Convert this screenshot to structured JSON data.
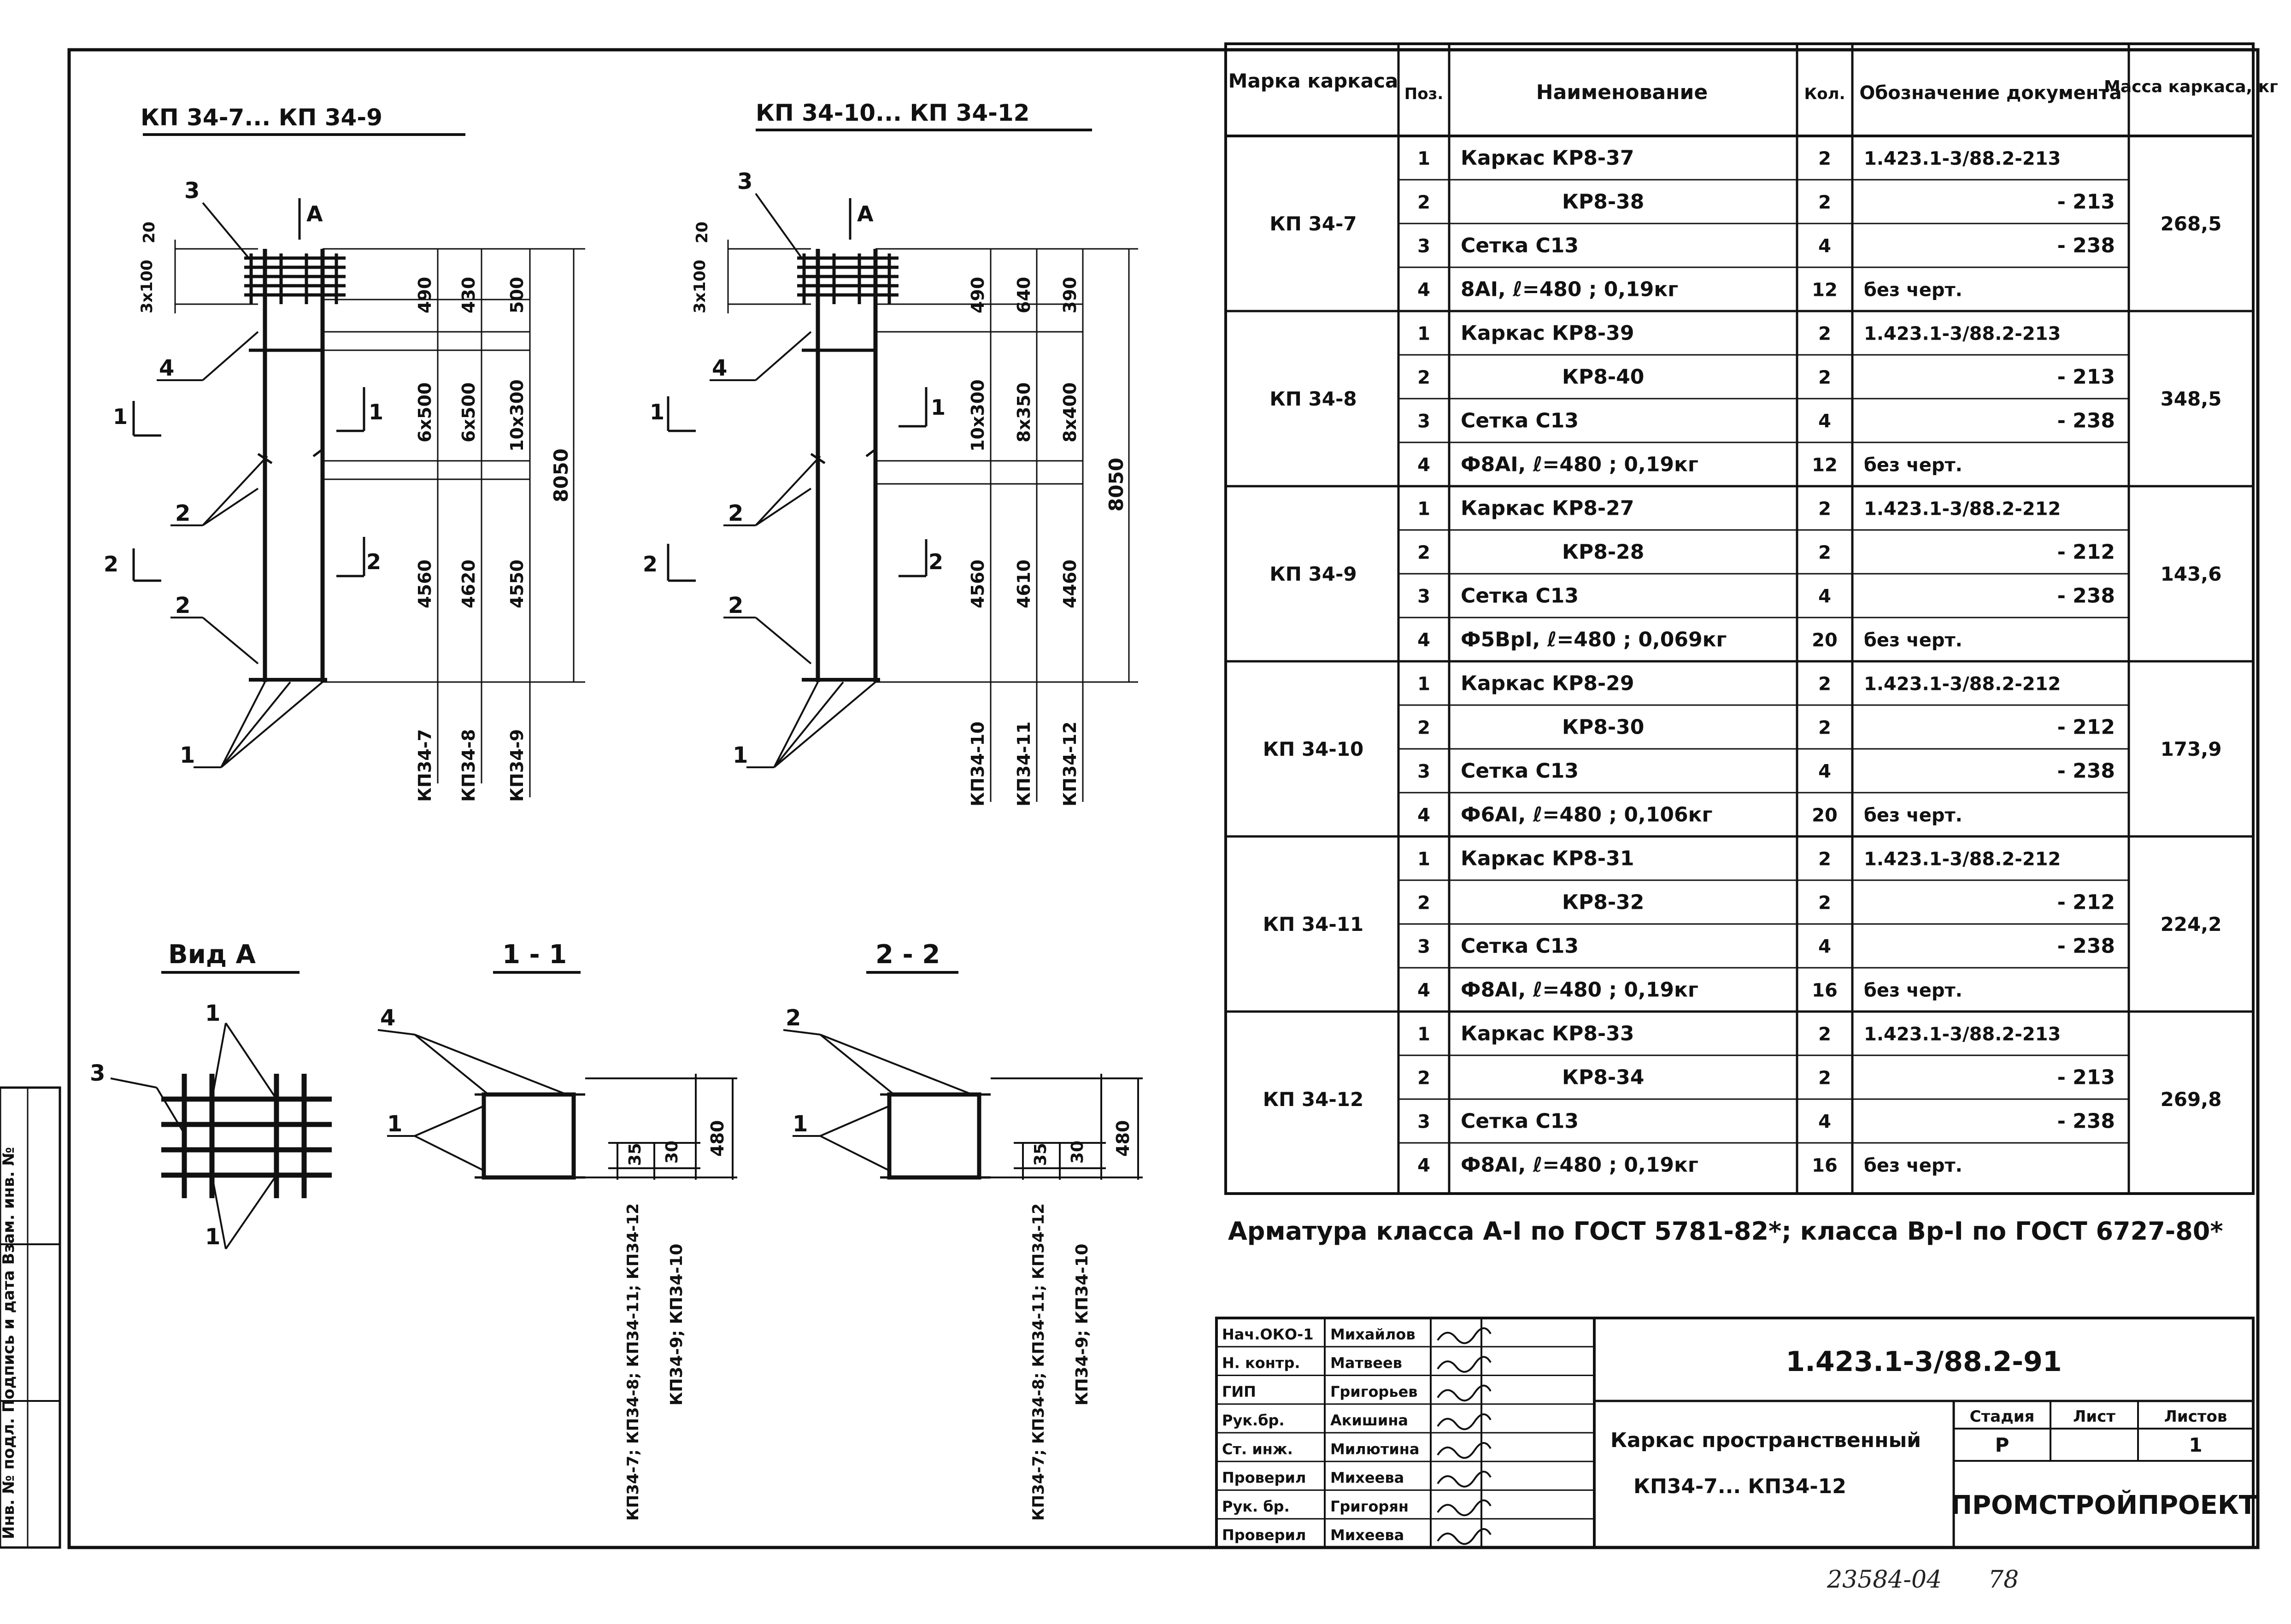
{
  "drawing": {
    "left_titles": [
      "КП 34-7... КП 34-9",
      "КП 34-10... КП 34-12"
    ],
    "view_titles": [
      "Вид А",
      "1 - 1",
      "2 - 2"
    ],
    "section_label_A": "А",
    "left_view": {
      "pos_labels": [
        "3",
        "4",
        "2",
        "2",
        "1"
      ],
      "section_marks": [
        "1",
        "1",
        "2",
        "2"
      ],
      "vert_dims_small": [
        "20",
        "3х100"
      ],
      "dim_col1": [
        "490",
        "6х500",
        "4560"
      ],
      "dim_col2": [
        "430",
        "6х500",
        "4620"
      ],
      "dim_col3": [
        "500",
        "10х300",
        "4550"
      ],
      "total": "8050",
      "col_labels": [
        "КП34-7",
        "КП34-8",
        "КП34-9"
      ]
    },
    "right_view": {
      "pos_labels": [
        "3",
        "4",
        "2",
        "2",
        "1"
      ],
      "section_marks": [
        "1",
        "1",
        "2",
        "2"
      ],
      "vert_dims_small": [
        "20",
        "3х100"
      ],
      "dim_col1": [
        "490",
        "10х300",
        "4560"
      ],
      "dim_col2": [
        "640",
        "8х350",
        "4610"
      ],
      "dim_col3": [
        "390",
        "8х400",
        "4460"
      ],
      "total": "8050",
      "col_labels": [
        "КП34-10",
        "КП34-11",
        "КП34-12"
      ]
    },
    "vid_a_labels": [
      "1",
      "3",
      "1"
    ],
    "sec11": {
      "labels": [
        "4",
        "1"
      ],
      "dims": [
        "35",
        "30",
        "480"
      ],
      "rot_labels": [
        "КП34-7; КП34-8; КП34-11; КП34-12",
        "КП34-9; КП34-10"
      ]
    },
    "sec22": {
      "labels": [
        "2",
        "1"
      ],
      "dims": [
        "35",
        "30",
        "480"
      ],
      "rot_labels": [
        "КП34-7; КП34-8; КП34-11; КП34-12",
        "КП34-9; КП34-10"
      ]
    },
    "side_stamp": "Инв. № подл.   Подпись и дата   Взам. инв. №"
  },
  "spec_table": {
    "headers": [
      "Марка каркаса",
      "Поз.",
      "Наименование",
      "Кол.",
      "Обозначение документа",
      "Масса каркаса, кг"
    ],
    "groups": [
      {
        "mark": "КП 34-7",
        "mass": "268,5",
        "rows": [
          {
            "pos": "1",
            "name": "Каркас КР8-37",
            "qty": "2",
            "doc": "1.423.1-3/88.2-213"
          },
          {
            "pos": "2",
            "name": "КР8-38",
            "qty": "2",
            "doc": "- 213"
          },
          {
            "pos": "3",
            "name": "Сетка С13",
            "qty": "4",
            "doc": "- 238"
          },
          {
            "pos": "4",
            "name": "8АI, ℓ=480 ; 0,19кг",
            "qty": "12",
            "doc": "без черт."
          }
        ]
      },
      {
        "mark": "КП 34-8",
        "mass": "348,5",
        "rows": [
          {
            "pos": "1",
            "name": "Каркас КР8-39",
            "qty": "2",
            "doc": "1.423.1-3/88.2-213"
          },
          {
            "pos": "2",
            "name": "КР8-40",
            "qty": "2",
            "doc": "- 213"
          },
          {
            "pos": "3",
            "name": "Сетка С13",
            "qty": "4",
            "doc": "- 238"
          },
          {
            "pos": "4",
            "name": "Ф8АI, ℓ=480 ; 0,19кг",
            "qty": "12",
            "doc": "без черт."
          }
        ]
      },
      {
        "mark": "КП 34-9",
        "mass": "143,6",
        "rows": [
          {
            "pos": "1",
            "name": "Каркас КР8-27",
            "qty": "2",
            "doc": "1.423.1-3/88.2-212"
          },
          {
            "pos": "2",
            "name": "КР8-28",
            "qty": "2",
            "doc": "- 212"
          },
          {
            "pos": "3",
            "name": "Сетка С13",
            "qty": "4",
            "doc": "- 238"
          },
          {
            "pos": "4",
            "name": "Ф5ВрI, ℓ=480 ; 0,069кг",
            "qty": "20",
            "doc": "без черт."
          }
        ]
      },
      {
        "mark": "КП 34-10",
        "mass": "173,9",
        "rows": [
          {
            "pos": "1",
            "name": "Каркас КР8-29",
            "qty": "2",
            "doc": "1.423.1-3/88.2-212"
          },
          {
            "pos": "2",
            "name": "КР8-30",
            "qty": "2",
            "doc": "- 212"
          },
          {
            "pos": "3",
            "name": "Сетка С13",
            "qty": "4",
            "doc": "- 238"
          },
          {
            "pos": "4",
            "name": "Ф6АI, ℓ=480 ; 0,106кг",
            "qty": "20",
            "doc": "без черт."
          }
        ]
      },
      {
        "mark": "КП 34-11",
        "mass": "224,2",
        "rows": [
          {
            "pos": "1",
            "name": "Каркас КР8-31",
            "qty": "2",
            "doc": "1.423.1-3/88.2-212"
          },
          {
            "pos": "2",
            "name": "КР8-32",
            "qty": "2",
            "doc": "- 212"
          },
          {
            "pos": "3",
            "name": "Сетка С13",
            "qty": "4",
            "doc": "- 238"
          },
          {
            "pos": "4",
            "name": "Ф8АI, ℓ=480 ; 0,19кг",
            "qty": "16",
            "doc": "без черт."
          }
        ]
      },
      {
        "mark": "КП 34-12",
        "mass": "269,8",
        "rows": [
          {
            "pos": "1",
            "name": "Каркас КР8-33",
            "qty": "2",
            "doc": "1.423.1-3/88.2-213"
          },
          {
            "pos": "2",
            "name": "КР8-34",
            "qty": "2",
            "doc": "- 213"
          },
          {
            "pos": "3",
            "name": "Сетка С13",
            "qty": "4",
            "doc": "- 238"
          },
          {
            "pos": "4",
            "name": "Ф8АI, ℓ=480 ; 0,19кг",
            "qty": "16",
            "doc": "без черт."
          }
        ]
      }
    ]
  },
  "note": "Арматура класса А-I по ГОСТ 5781-82*; класса Вр-I по ГОСТ 6727-80*",
  "title_block": {
    "people": [
      {
        "role": "Нач.ОКО-1",
        "name": "Михайлов"
      },
      {
        "role": "Н. контр.",
        "name": "Матвеев"
      },
      {
        "role": "ГИП",
        "name": "Григорьев"
      },
      {
        "role": "Рук.бр.",
        "name": "Акишина"
      },
      {
        "role": "Ст. инж.",
        "name": "Милютина"
      },
      {
        "role": "Проверил",
        "name": "Михеева"
      },
      {
        "role": "Рук. бр.",
        "name": "Григорян"
      },
      {
        "role": "Проверил",
        "name": "Михеева"
      }
    ],
    "doc_code": "1.423.1-3/88.2-91",
    "title_line1": "Каркас пространственный",
    "title_line2": "КП34-7... КП34-12",
    "stage_header": "Стадия",
    "sheet_header": "Лист",
    "sheets_header": "Листов",
    "stage": "Р",
    "sheet": "",
    "sheets": "1",
    "org": "ПРОМСТРОЙПРОЕКТ"
  },
  "footer": {
    "inventory": "23584-04",
    "page": "78"
  }
}
